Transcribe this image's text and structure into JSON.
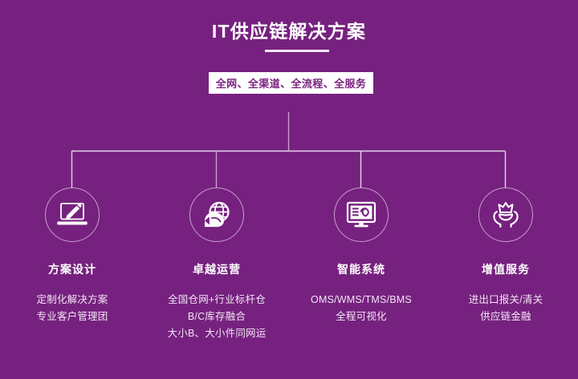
{
  "header": {
    "title": "IT供应链解决方案",
    "subtitle": "全网、全渠道、全流程、全服务"
  },
  "theme": {
    "background": "#76217f",
    "title_color": "#ffffff",
    "subtitle_box_bg": "#ffffff",
    "subtitle_text_color": "#7b2382",
    "line_color": "#c79ecc",
    "body_text_color": "#f2e6f4"
  },
  "columns": [
    {
      "icon": "laptop-pencil-icon",
      "title": "方案设计",
      "lines": [
        "定制化解决方案",
        "专业客户管理团"
      ]
    },
    {
      "icon": "globe-arrow-icon",
      "title": "卓越运营",
      "lines": [
        "全国仓网+行业标杆仓",
        "B/C库存融合",
        "大小B、大小件同网运"
      ]
    },
    {
      "icon": "monitor-system-icon",
      "title": "智能系统",
      "lines": [
        "OMS/WMS/TMS/BMS",
        "全程可视化"
      ]
    },
    {
      "icon": "hands-crown-icon",
      "title": "增值服务",
      "lines": [
        "进出口报关/清关",
        "供应链金融"
      ]
    }
  ]
}
